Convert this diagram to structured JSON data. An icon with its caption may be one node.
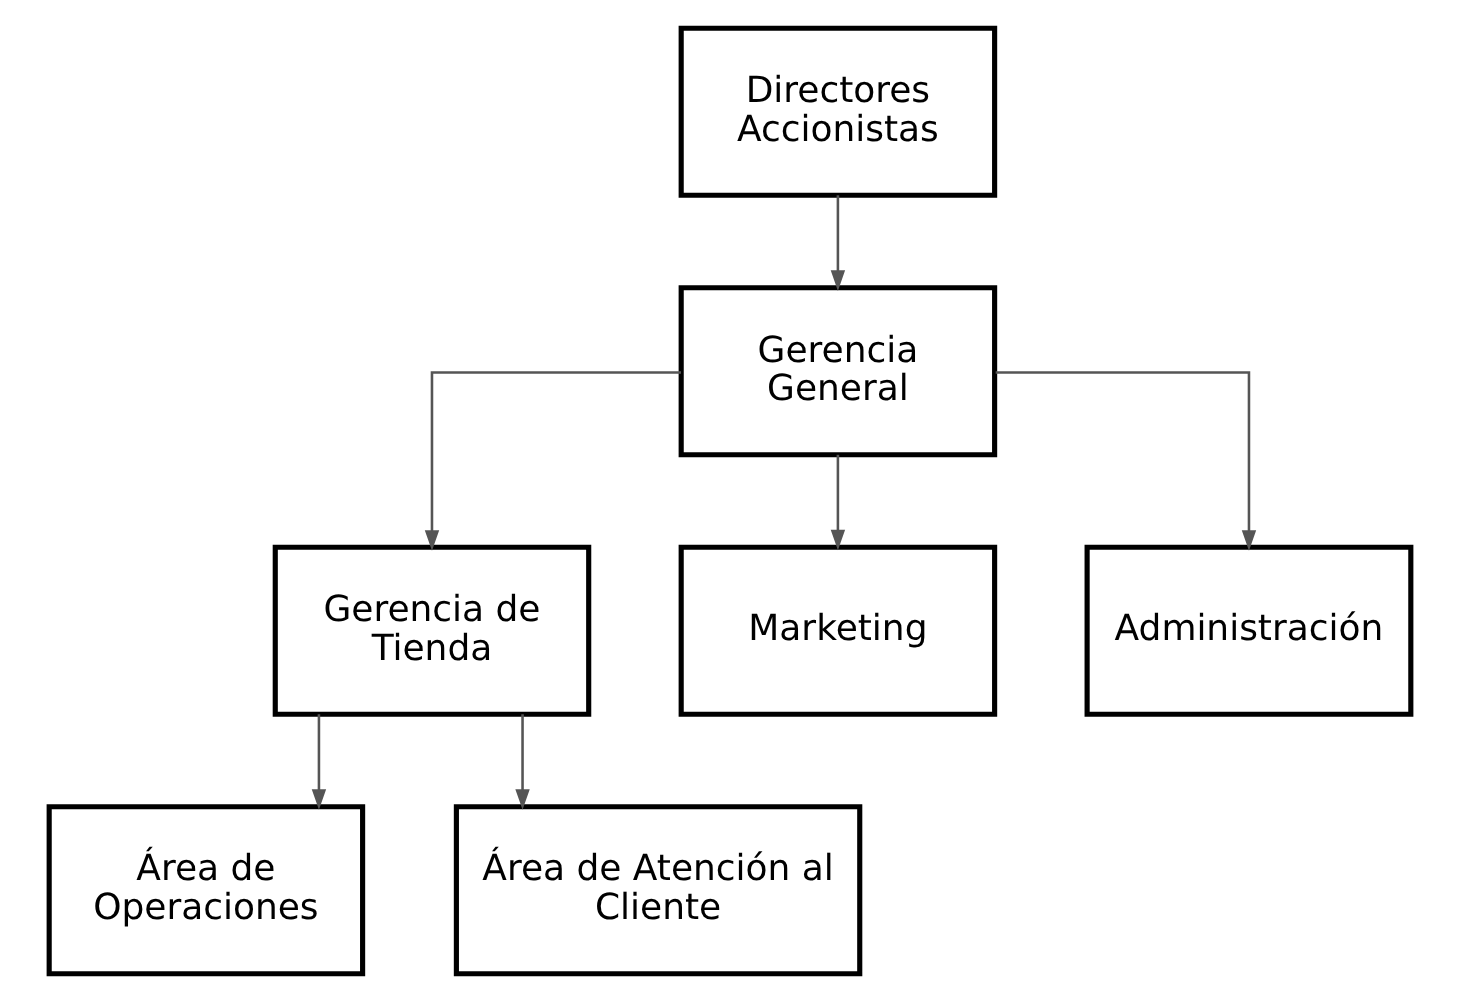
{
  "diagram": {
    "nodes": [
      {
        "text": [
          "Directores Accionistas"
        ]
      },
      {
        "text": [
          "Gerencia General"
        ]
      },
      {
        "text": [
          "Gerencia de Tienda"
        ]
      },
      {
        "text": [
          "Marketing"
        ]
      },
      {
        "text": [
          "Administración"
        ]
      },
      {
        "text": [
          "Área de Operaciones"
        ]
      },
      {
        "text": [
          "Área de Atención al Cliente"
        ]
      }
    ],
    "edges": [
      {
        "from": 0,
        "to": 1,
        "arrow": "to"
      },
      {
        "from": 1,
        "to": 2,
        "arrow": "to"
      },
      {
        "from": 1,
        "to": 3,
        "arrow": "to"
      },
      {
        "from": 1,
        "to": 4,
        "arrow": "to"
      },
      {
        "from": 2,
        "to": 5,
        "arrow": "to"
      },
      {
        "from": 2,
        "to": 6,
        "arrow": "to"
      }
    ]
  }
}
